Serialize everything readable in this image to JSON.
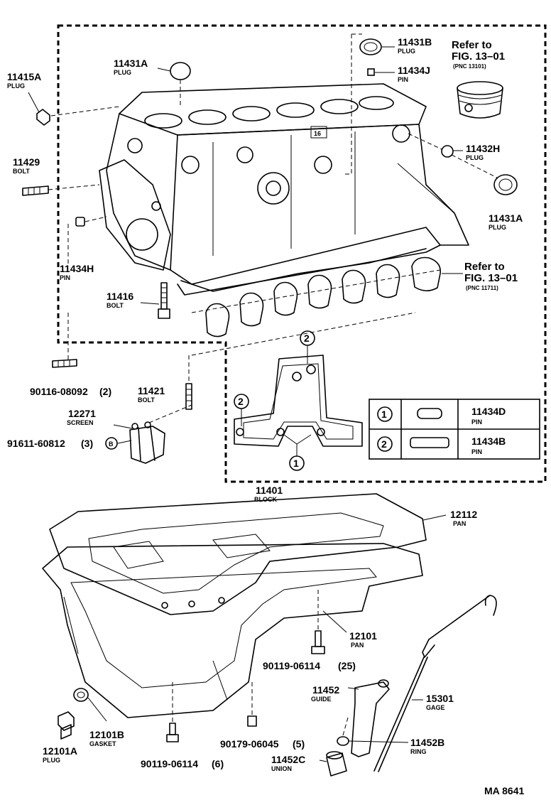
{
  "diagram_code": "MA 8641",
  "parts": [
    {
      "id": "p11415a",
      "number": "11415A",
      "name": "PLUG"
    },
    {
      "id": "p11431a_top",
      "number": "11431A",
      "name": "PLUG"
    },
    {
      "id": "p11431b",
      "number": "11431B",
      "name": "PLUG"
    },
    {
      "id": "p11434j",
      "number": "11434J",
      "name": "PIN"
    },
    {
      "id": "p11432h",
      "number": "11432H",
      "name": "PLUG"
    },
    {
      "id": "p11431a_right",
      "number": "11431A",
      "name": "PLUG"
    },
    {
      "id": "p11429",
      "number": "11429",
      "name": "BOLT"
    },
    {
      "id": "p11434h",
      "number": "11434H",
      "name": "PIN"
    },
    {
      "id": "p11416",
      "number": "11416",
      "name": "BOLT"
    },
    {
      "id": "p11421",
      "number": "11421",
      "name": "BOLT"
    },
    {
      "id": "p12271",
      "number": "12271",
      "name": "SCREEN"
    },
    {
      "id": "p11401",
      "number": "11401",
      "name": "BLOCK"
    },
    {
      "id": "p12112",
      "number": "12112",
      "name": "PAN"
    },
    {
      "id": "p12101",
      "number": "12101",
      "name": "PAN"
    },
    {
      "id": "p11452",
      "number": "11452",
      "name": "GUIDE"
    },
    {
      "id": "p15301",
      "number": "15301",
      "name": "GAGE"
    },
    {
      "id": "p11452b",
      "number": "11452B",
      "name": "RING"
    },
    {
      "id": "p11452c",
      "number": "11452C",
      "name": "UNION"
    },
    {
      "id": "p12101b",
      "number": "12101B",
      "name": "GASKET"
    },
    {
      "id": "p12101a",
      "number": "12101A",
      "name": "PLUG"
    }
  ],
  "hardware": [
    {
      "id": "h90116",
      "number": "90116-08092",
      "qty": "(2)"
    },
    {
      "id": "h91611",
      "number": "91611-60812",
      "qty": "(3)"
    },
    {
      "id": "h90119_25",
      "number": "90119-06114",
      "qty": "(25)"
    },
    {
      "id": "h90179",
      "number": "90179-06045",
      "qty": "(5)"
    },
    {
      "id": "h90119_6",
      "number": "90119-06114",
      "qty": "(6)"
    }
  ],
  "refs": [
    {
      "id": "ref_piston",
      "line1": "Refer to",
      "line2": "FIG. 13–01",
      "pnc": "(PNC 13101)"
    },
    {
      "id": "ref_bearing",
      "line1": "Refer to",
      "line2": "FIG. 13–01",
      "pnc": "(PNC 11711)"
    }
  ],
  "callout_b": "B",
  "block_label_16": "16",
  "pin_legend": [
    {
      "key": "1",
      "number": "11434D",
      "name": "PIN"
    },
    {
      "key": "2",
      "number": "11434B",
      "name": "PIN"
    }
  ],
  "markers": [
    "2",
    "2",
    "1"
  ]
}
